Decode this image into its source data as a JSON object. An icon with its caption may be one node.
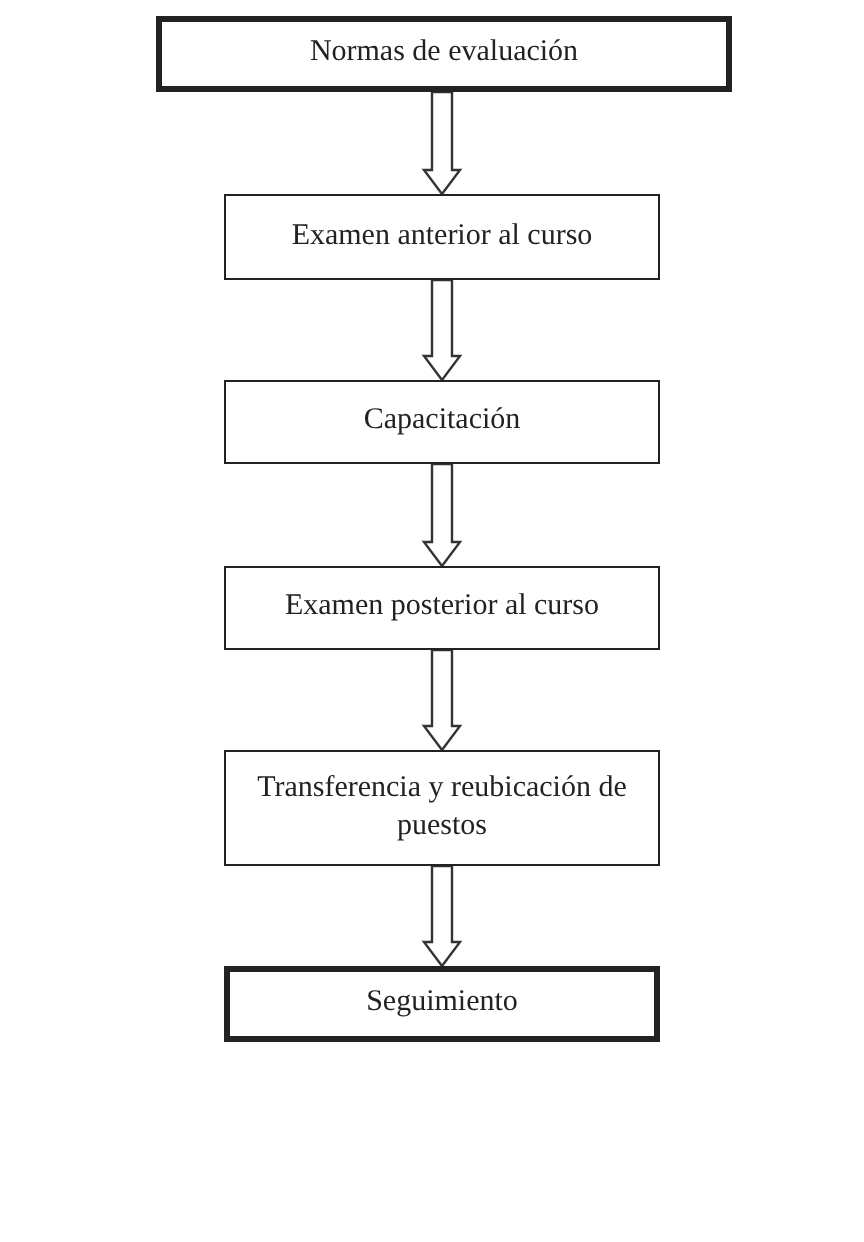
{
  "diagram": {
    "nodes": [
      {
        "text": [
          "Normas de evaluación"
        ]
      },
      {
        "text": [
          "Examen anterior al curso"
        ]
      },
      {
        "text": [
          "Capacitación"
        ]
      },
      {
        "text": [
          "Examen posterior al curso"
        ]
      },
      {
        "text": [
          "Transferencia y reubicación de puestos"
        ]
      },
      {
        "text": [
          "Seguimiento"
        ]
      }
    ],
    "edges": [
      {
        "from": 0,
        "to": 1,
        "arrow": "to"
      },
      {
        "from": 1,
        "to": 2,
        "arrow": "to"
      },
      {
        "from": 2,
        "to": 3,
        "arrow": "to"
      },
      {
        "from": 3,
        "to": 4,
        "arrow": "to"
      },
      {
        "from": 4,
        "to": 5,
        "arrow": "to"
      }
    ]
  }
}
